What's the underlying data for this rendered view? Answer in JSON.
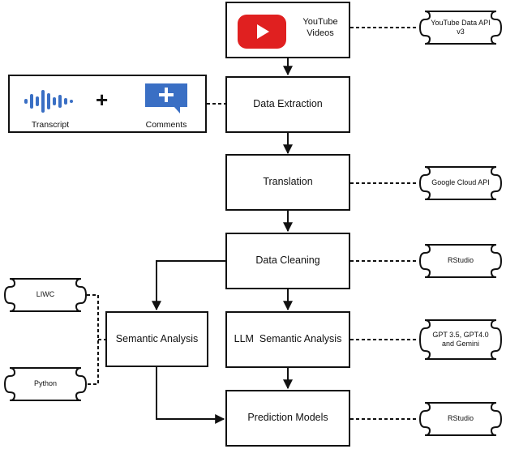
{
  "process_boxes": {
    "youtube": "YouTube\nVideos",
    "extraction": "Data Extraction",
    "translation": "Translation",
    "cleaning": "Data Cleaning",
    "llm": "LLM  Semantic Analysis",
    "prediction": "Prediction Models",
    "semantic": "Semantic Analysis"
  },
  "inputs": {
    "transcript": "Transcript",
    "plus": "+",
    "comments": "Comments"
  },
  "tools": {
    "youtube_api": "YouTube Data API v3",
    "google_cloud": "Google Cloud API",
    "rstudio_1": "RStudio",
    "gpt": "GPT 3.5, GPT4.0 and Gemini",
    "rstudio_2": "RStudio",
    "liwc": "LIWC",
    "python": "Python"
  },
  "colors": {
    "youtube_red": "#e02020",
    "comment_blue": "#3a6fc4",
    "waveform_blue": "#3a6fc4",
    "stroke": "#111111"
  },
  "icons": [
    "youtube-play-icon",
    "waveform-icon",
    "plus-icon",
    "comment-bubble-icon"
  ]
}
